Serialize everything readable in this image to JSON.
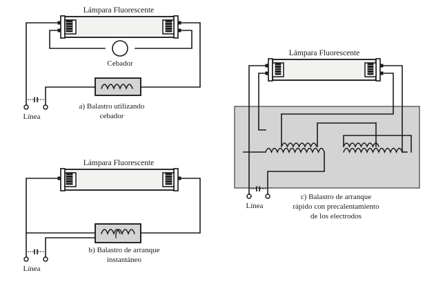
{
  "figure": {
    "kind": "electrical-schematic",
    "description": "Tres diagramas de balastros para lámparas fluorescentes",
    "colors": {
      "wire": "#1a1a1a",
      "tube_fill": "#f2f2f0",
      "ballast_fill": "#d4d4d4",
      "enclosure_fill": "#d4d4d4",
      "background": "#ffffff"
    }
  },
  "diagrams": [
    {
      "id": "a",
      "lamp_label": "Lámpara Fluorescente",
      "starter_label": "Cebador",
      "line_label": "Línea",
      "caption_line1": "a) Balastro utilizando",
      "caption_line2": "cebador",
      "components": [
        "lámpara fluorescente",
        "cebador",
        "balastro (bobina)",
        "terminales de línea"
      ]
    },
    {
      "id": "b",
      "lamp_label": "Lámpara Fluorescente",
      "line_label": "Línea",
      "caption_line1": "b) Balastro de arranque",
      "caption_line2": "instantáneo",
      "components": [
        "lámpara fluorescente",
        "balastro con derivación central",
        "terminales de línea"
      ]
    },
    {
      "id": "c",
      "lamp_label": "Lámpara Fluorescente",
      "line_label": "Línea",
      "caption_line1": "c) Balastro de arranque",
      "caption_line2": "rápido con precalentamiento",
      "caption_line3": "de los electrodos",
      "components": [
        "lámpara fluorescente",
        "transformador de arranque rápido",
        "dos devanados de precalentamiento",
        "devanado primario con derivación",
        "terminales de línea"
      ]
    }
  ]
}
